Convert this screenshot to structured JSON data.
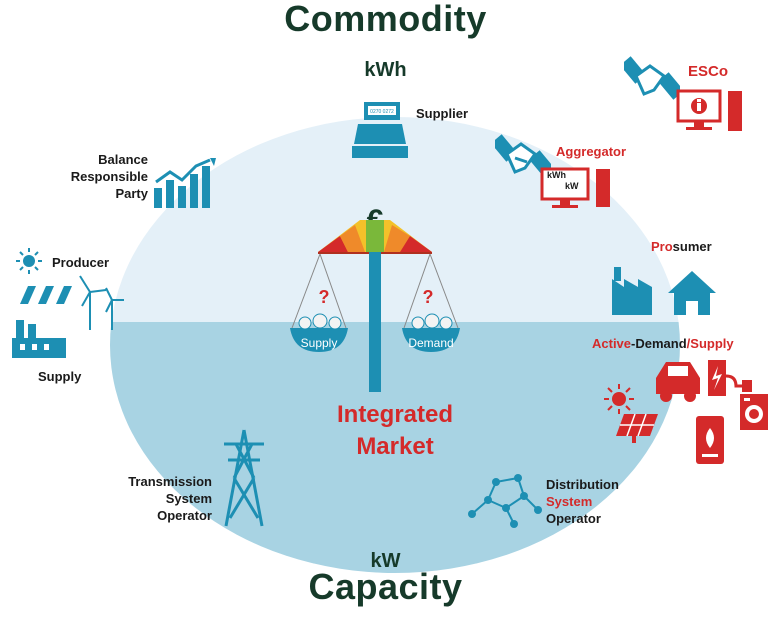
{
  "title_top": "Commodity",
  "unit_top": "kWh",
  "title_bottom": "Capacity",
  "unit_bottom": "kW",
  "center_title_line1": "Integrated",
  "center_title_line2": "Market",
  "scale_left": "Supply",
  "scale_right": "Demand",
  "question_mark": "?",
  "currency": "€",
  "supplier": "Supplier",
  "supplier_device_text": "0270 0272",
  "aggregator": "Aggregator",
  "aggregator_screen_line1": "kWh",
  "aggregator_screen_line2": "kW",
  "esco": "ESCo",
  "brp_line1": "Balance",
  "brp_line2": "Responsible",
  "brp_line3": "Party",
  "producer": "Producer",
  "supply": "Supply",
  "prosumer_pro": "Pro",
  "prosumer_sumer": "sumer",
  "active": "Active",
  "dash": "-",
  "demand": "Demand",
  "slash_supply": "/Supply",
  "tso_line1": "Transmission",
  "tso_line2": "System",
  "tso_line3": "Operator",
  "dso_line1": "Distribution",
  "dso_line2": "System",
  "dso_line3": "Operator",
  "colors": {
    "teal": "#1d8fb3",
    "red": "#d42a2a",
    "ellipse_top": "#e4f0f8",
    "ellipse_bottom": "#a8d3e3",
    "dark_text": "#163a2a"
  }
}
